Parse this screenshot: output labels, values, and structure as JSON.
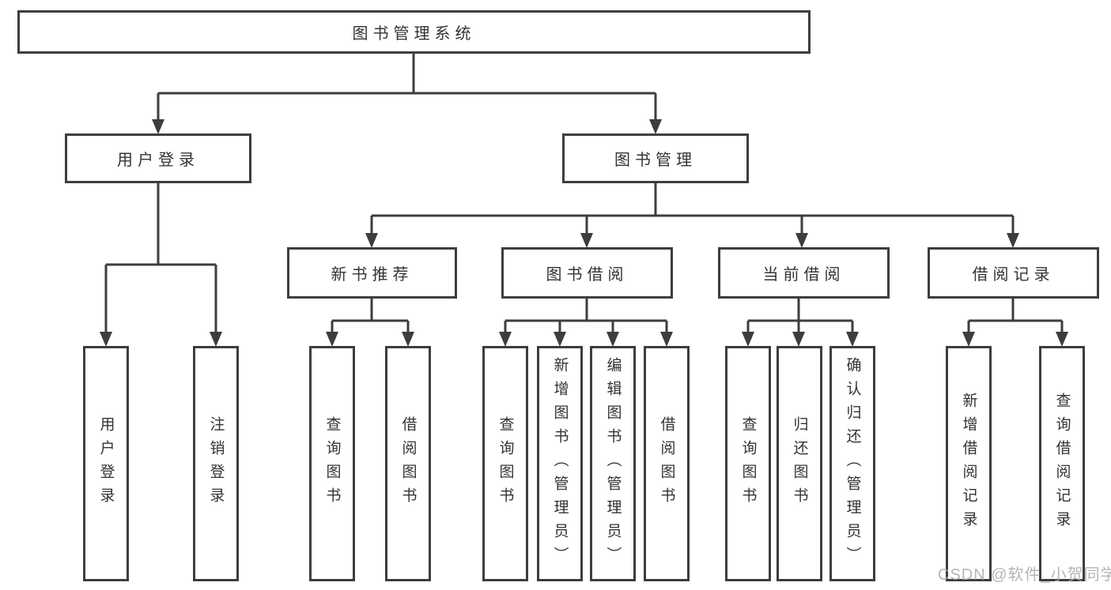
{
  "tree": {
    "root": "图书管理系统",
    "children": [
      {
        "label": "用户登录",
        "children": [
          "用户登录",
          "注销登录"
        ]
      },
      {
        "label": "图书管理",
        "children": [
          {
            "label": "新书推荐",
            "children": [
              "查询图书",
              "借阅图书"
            ]
          },
          {
            "label": "图书借阅",
            "children": [
              "查询图书",
              "新增图书（管理员）",
              "编辑图书（管理员）",
              "借阅图书"
            ]
          },
          {
            "label": "当前借阅",
            "children": [
              "查询图书",
              "归还图书",
              "确认归还（管理员）"
            ]
          },
          {
            "label": "借阅记录",
            "children": [
              "新增借阅记录",
              "查询借阅记录"
            ]
          }
        ]
      }
    ]
  },
  "watermark": {
    "text": "CSDN @软件_小贺同学"
  },
  "colors": {
    "line": "#3d3d3d",
    "text": "#333333",
    "background": "#ffffff",
    "watermark": "#a9a9a9"
  }
}
